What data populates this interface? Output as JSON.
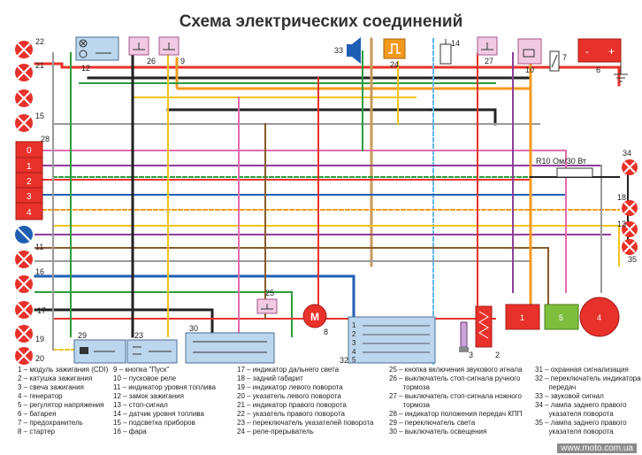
{
  "title": "Схема электрических соединений",
  "component_numbers": {
    "n1": "1",
    "n2": "2",
    "n3": "3",
    "n4": "4",
    "n5": "5",
    "n6": "6",
    "n7": "7",
    "n8": "8",
    "n9": "9",
    "n10": "10",
    "n11": "11",
    "n12": "12",
    "n13": "13",
    "n14": "14",
    "n15": "15",
    "n16": "16",
    "n17": "17",
    "n18": "18",
    "n19": "19",
    "n20": "20",
    "n21": "21",
    "n22": "22",
    "n23": "23",
    "n24": "24",
    "n25": "25",
    "n26": "26",
    "n27": "27",
    "n28": "28",
    "n29": "29",
    "n30": "30",
    "n32": "32",
    "n33": "33",
    "n34": "34",
    "n35": "35"
  },
  "connector_pins": [
    "0",
    "1",
    "2",
    "3",
    "4"
  ],
  "switch_32_pins": [
    "1",
    "2",
    "3",
    "4",
    "5"
  ],
  "resistor_label": "R10 Ом/30 Вт",
  "motor_label": "M",
  "legend": {
    "col1": [
      "1 – модуль зажигания (CDI)",
      "2 – катушка зажигания",
      "3 – свеча зажигания",
      "4 – генератор",
      "5 – регулятор напряжения",
      "6 – батарея",
      "7 – предохранитель",
      "8 – стартер"
    ],
    "col2": [
      "9 – кнопка \"Пуск\"",
      "10 – пусковое реле",
      "11 – индикатор уровня топлива",
      "12 – замок зажигания",
      "13 – стоп-сигнал",
      "14 – датчик уровня топлива",
      "15 – подсветка приборов",
      "16 – фара"
    ],
    "col3": [
      "17 – индикатор дальнего света",
      "18 – задний габарит",
      "19 – индикатор левого поворота",
      "20 – указатель левого поворота",
      "21 – индикатор правого поворота",
      "22 – указатель правого поворота",
      "23 – переключатель указателей поворота",
      "24 – реле-прерыватель"
    ],
    "col4": [
      "25 – кнопка включения звукового игнала",
      "26 – выключатель стоп-сигнала ручного",
      "       тормоза",
      "27 – выключатель стоп-сигнала ножного",
      "       тормоза",
      "28 – индикатор положения передач КПП",
      "29 – переключатель света",
      "30 – выключатель освещения"
    ],
    "col5": [
      "31 – охранная сигнализация",
      "32 – переключатель индикатора",
      "       передач",
      "33 – звуковой сигнал",
      "34 – лампа заднего правого",
      "       указателя поворота",
      "35 – лампа заднего правого",
      "       указателя поворота"
    ]
  },
  "watermark": "www.moto.com.ua",
  "colors": {
    "red": "#e8312a",
    "black": "#222222",
    "blue": "#1f5fb3",
    "green": "#2e9c3e",
    "yellow": "#f0c419",
    "orange": "#f39a1e",
    "purple": "#8e3f99",
    "pink": "#e56bb0",
    "gray": "#9a9a9a",
    "brown": "#8a5a2b",
    "lightblue": "#63b7e8",
    "box_fill": "#bcd6ee"
  }
}
